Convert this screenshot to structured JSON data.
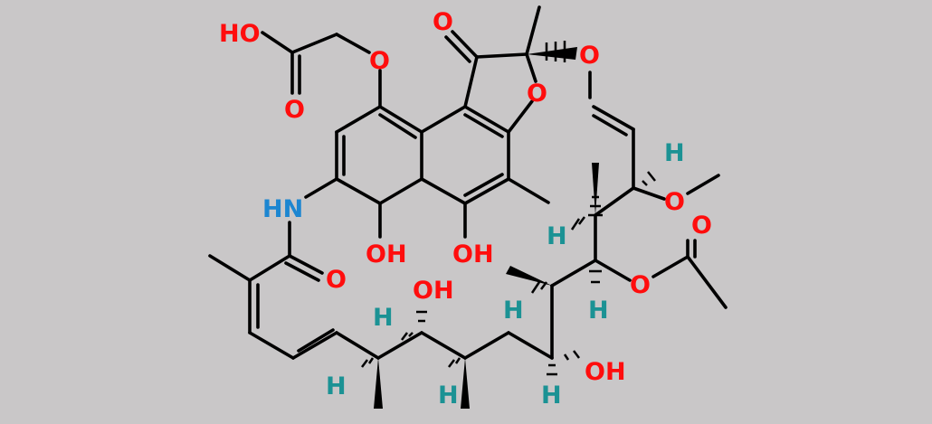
{
  "colors": {
    "background": "#c9c7c8",
    "bond": "#000000",
    "oxygen": "#ff0d0d",
    "nitrogen": "#1c86d1",
    "hydrogen": "#1b9294"
  },
  "labels": {
    "ho_acid": "HO",
    "o_acid_carbonyl": "O",
    "o_ether": "O",
    "o_lactone_carbonyl": "O",
    "o_furan_ring": "O",
    "o_vinyl_ether": "O",
    "h_c_methoxy": "H",
    "o_methoxy": "O",
    "nh_amide": "HN",
    "o_amide": "O",
    "oh_phenol_1": "OH",
    "oh_phenol_2": "OH",
    "h_ch_methyl": "H",
    "o_acetate_carbonyl": "O",
    "o_acetate": "O",
    "oh_chain_top": "OH",
    "h_c_oh_top": "H",
    "h_ch_methyl_2": "H",
    "h_c_acetate": "H",
    "h_ch_methyl_low": "H",
    "h_ch_methyl_mid": "H",
    "h_c_oh_low": "H",
    "oh_chain_low": "OH"
  }
}
